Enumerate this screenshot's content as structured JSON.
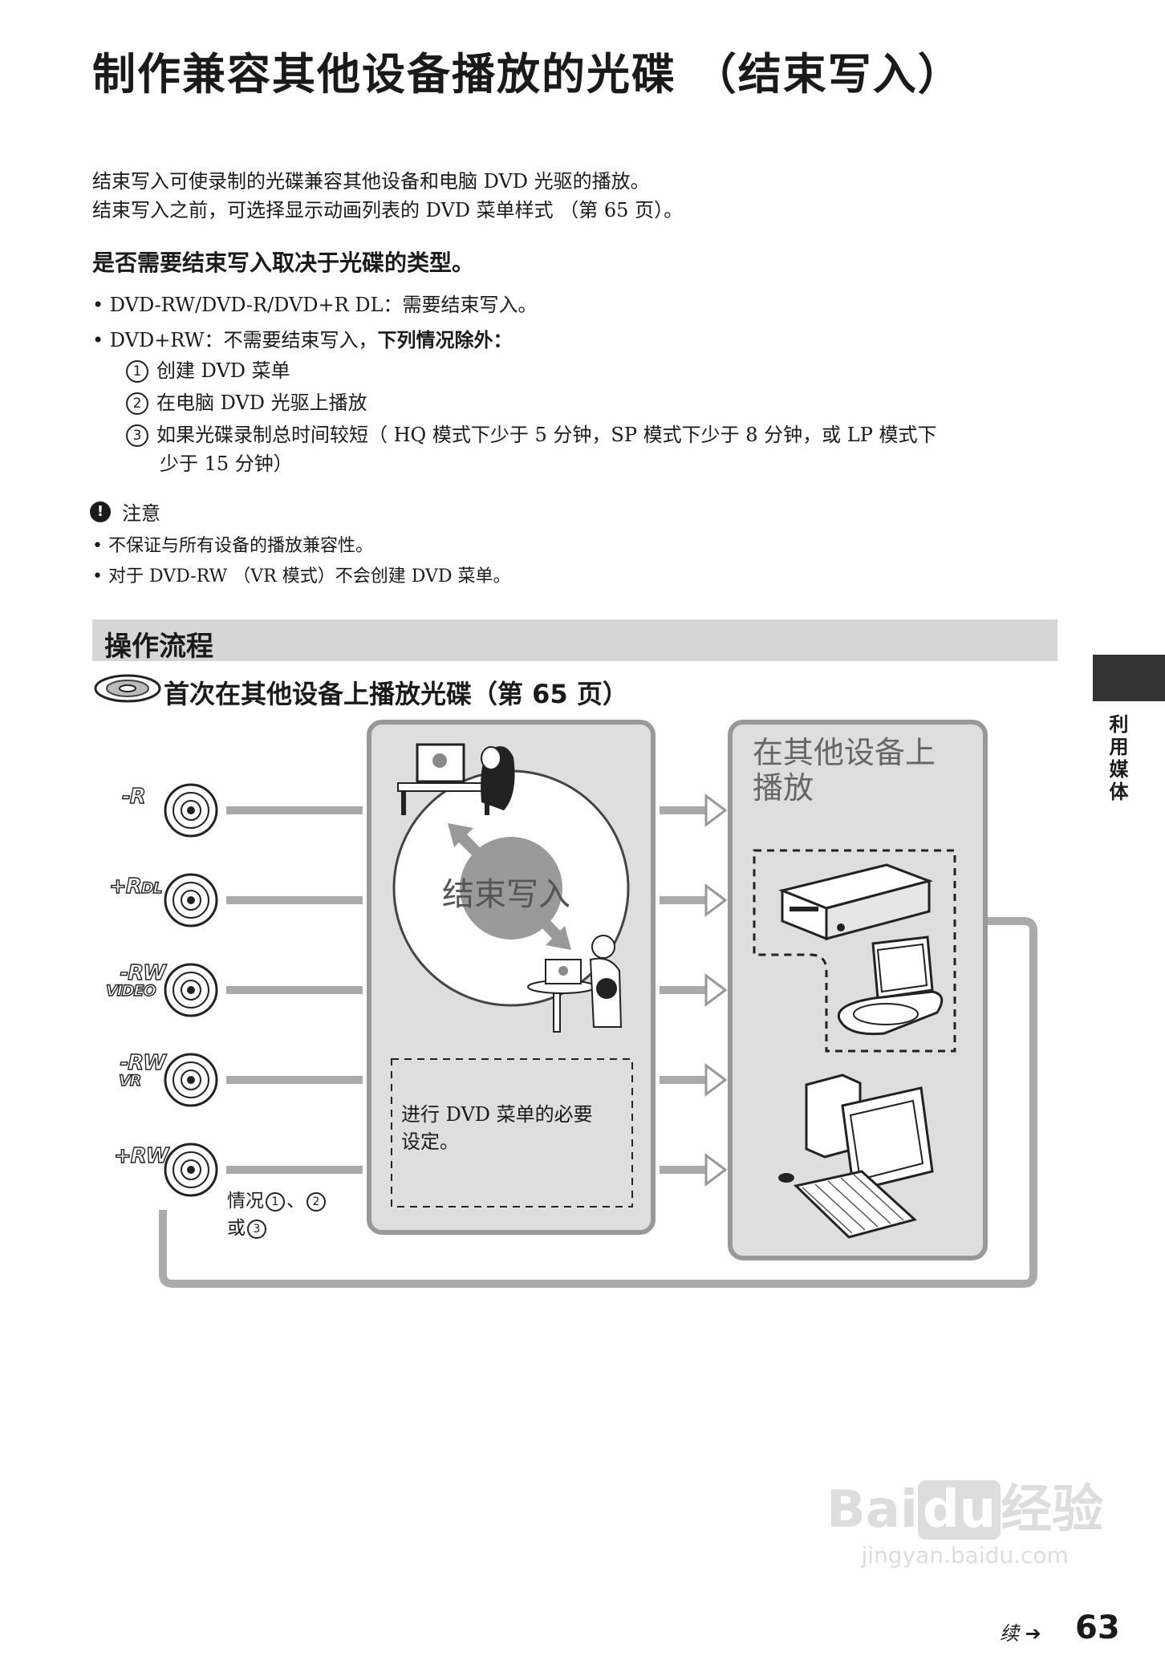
{
  "title": "制作兼容其他设备播放的光碟 （结束写入）",
  "intro": {
    "line1": "结束写入可使录制的光碟兼容其他设备和电脑 DVD 光驱的播放。",
    "line2": "结束写入之前，可选择显示动画列表的 DVD 菜单样式 （第 65 页）。"
  },
  "heading2": "是否需要结束写入取决于光碟的类型。",
  "bullets": {
    "b1": "DVD-RW/DVD-R/DVD+R DL：需要结束写入。",
    "b2_pre": "DVD+RW：不需要结束写入，",
    "b2_bold": "下列情况除外：",
    "bullet_char": "•"
  },
  "conditions": [
    {
      "num": "1",
      "text": "创建 DVD 菜单"
    },
    {
      "num": "2",
      "text": "在电脑 DVD 光驱上播放"
    },
    {
      "num": "3",
      "text": "如果光碟录制总时间较短（ HQ 模式下少于 5 分钟，SP 模式下少于 8 分钟，或 LP 模式下",
      "cont": "少于 15 分钟）"
    }
  ],
  "note": {
    "icon": "!",
    "title": "注意",
    "items": [
      "不保证与所有设备的播放兼容性。",
      "对于 DVD-RW （VR 模式）不会创建 DVD 菜单。"
    ]
  },
  "section_title": "操作流程",
  "flow_title": "首次在其他设备上播放光碟（第 65 页）",
  "side_tab_label": "利用媒体",
  "diagram": {
    "finalize_label": "结束写入",
    "other_device_label_1": "在其他设备上",
    "other_device_label_2": "播放",
    "dvd_menu_note_1": "进行 DVD 菜单的必要",
    "dvd_menu_note_2": "设定。",
    "case_prefix": "情况",
    "case_sep": "、",
    "case_or": "或",
    "case_nums": [
      "1",
      "2",
      "3"
    ],
    "discs": [
      {
        "top": "-R",
        "bottom": ""
      },
      {
        "top": "+R",
        "bottom": "DL"
      },
      {
        "top": "-RW",
        "bottom": "VIDEO"
      },
      {
        "top": "-RW",
        "bottom": "VR"
      },
      {
        "top": "+RW",
        "bottom": ""
      }
    ]
  },
  "footer": {
    "continued": "续",
    "arrow": "➔",
    "page_number": "63"
  },
  "watermark": {
    "brand": "Bai",
    "brand2": "du",
    "text": "经验",
    "url": "jingyan.baidu.com"
  }
}
